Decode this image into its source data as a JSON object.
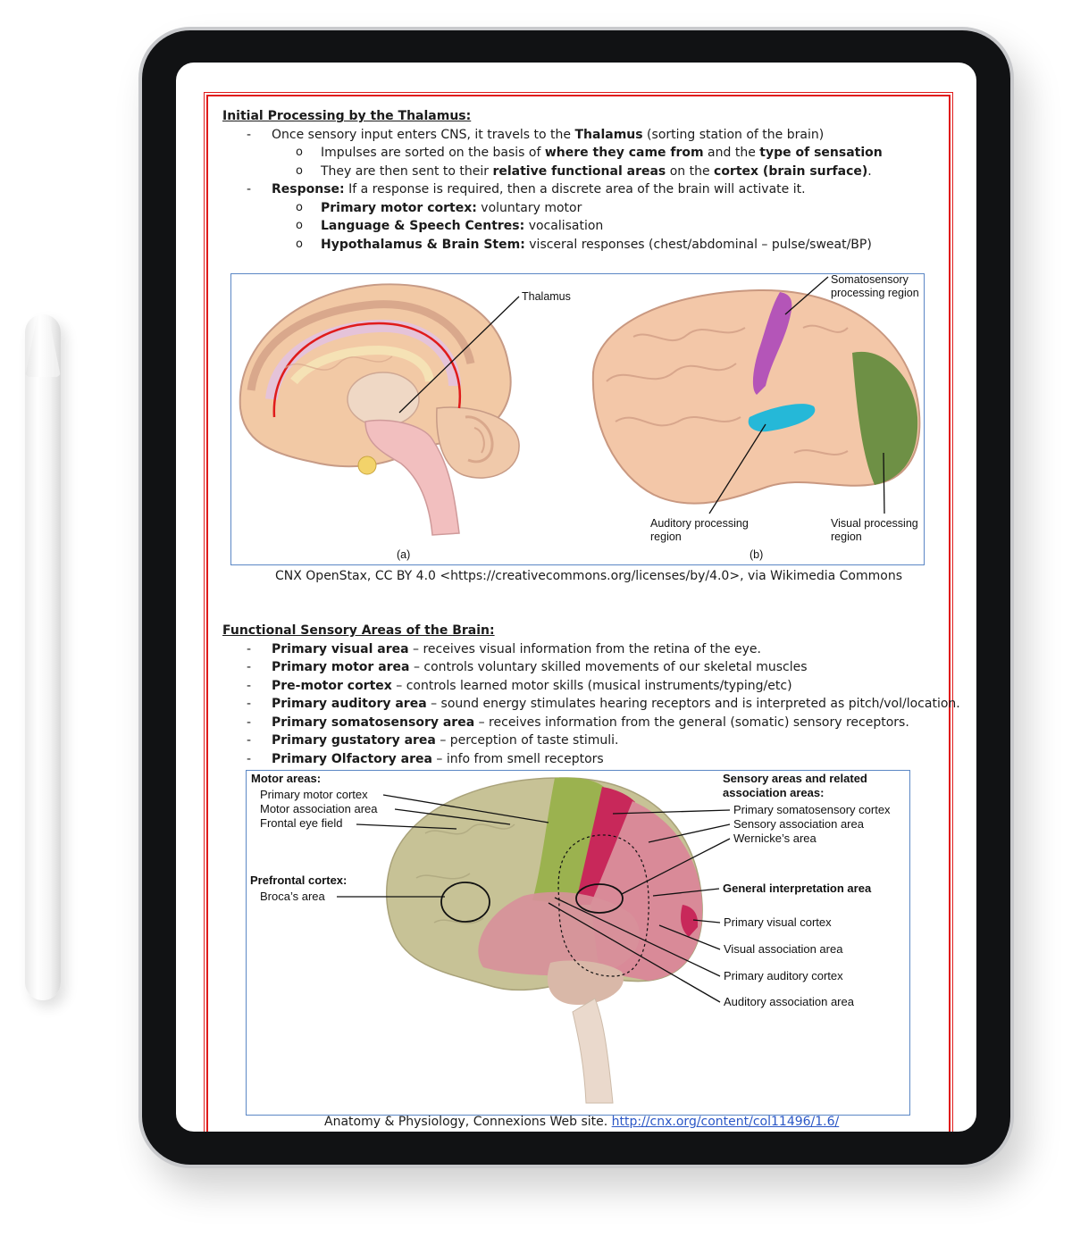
{
  "section1": {
    "heading": "Initial Processing by the Thalamus:",
    "items": [
      {
        "marker": "-",
        "level": 1,
        "parts": [
          {
            "t": "Once sensory input enters CNS, it travels to the "
          },
          {
            "t": "Thalamus",
            "b": true
          },
          {
            "t": " (sorting station of the brain)"
          }
        ]
      },
      {
        "marker": "o",
        "level": 2,
        "parts": [
          {
            "t": "Impulses are sorted on the basis of "
          },
          {
            "t": "where they came from",
            "b": true
          },
          {
            "t": " and the "
          },
          {
            "t": "type of sensation",
            "b": true
          }
        ]
      },
      {
        "marker": "o",
        "level": 2,
        "parts": [
          {
            "t": "They are then sent to their "
          },
          {
            "t": "relative functional areas",
            "b": true
          },
          {
            "t": " on the "
          },
          {
            "t": "cortex (brain surface)",
            "b": true
          },
          {
            "t": "."
          }
        ]
      },
      {
        "marker": "-",
        "level": 1,
        "parts": [
          {
            "t": "Response:",
            "b": true
          },
          {
            "t": " If a response is required, then a discrete area of the brain will activate it."
          }
        ]
      },
      {
        "marker": "o",
        "level": 2,
        "parts": [
          {
            "t": "Primary motor cortex:",
            "b": true
          },
          {
            "t": " voluntary motor"
          }
        ]
      },
      {
        "marker": "o",
        "level": 2,
        "parts": [
          {
            "t": "Language & Speech Centres:",
            "b": true
          },
          {
            "t": " vocalisation"
          }
        ]
      },
      {
        "marker": "o",
        "level": 2,
        "parts": [
          {
            "t": "Hypothalamus & Brain Stem:",
            "b": true
          },
          {
            "t": " visceral responses (chest/abdominal – pulse/sweat/BP)"
          }
        ]
      }
    ]
  },
  "figure1": {
    "label_thalamus": "Thalamus",
    "label_somato_1": "Somatosensory",
    "label_somato_2": "processing region",
    "label_auditory_1": "Auditory processing",
    "label_auditory_2": "region",
    "label_visual_1": "Visual processing",
    "label_visual_2": "region",
    "label_a": "(a)",
    "label_b": "(b)",
    "caption": "CNX OpenStax, CC BY 4.0 <https://creativecommons.org/licenses/by/4.0>, via Wikimedia Commons"
  },
  "section2": {
    "heading": "Functional Sensory Areas of the Brain:",
    "items": [
      {
        "marker": "-",
        "level": 1,
        "parts": [
          {
            "t": "Primary visual area",
            "b": true
          },
          {
            "t": " – receives visual information from the retina of the eye."
          }
        ]
      },
      {
        "marker": "-",
        "level": 1,
        "parts": [
          {
            "t": "Primary motor area",
            "b": true
          },
          {
            "t": " – controls voluntary skilled movements of our skeletal muscles"
          }
        ]
      },
      {
        "marker": "-",
        "level": 1,
        "parts": [
          {
            "t": "Pre-motor cortex",
            "b": true
          },
          {
            "t": " – controls learned motor skills (musical instruments/typing/etc)"
          }
        ]
      },
      {
        "marker": "-",
        "level": 1,
        "parts": [
          {
            "t": "Primary auditory area",
            "b": true
          },
          {
            "t": " – sound energy stimulates hearing receptors and is interpreted as pitch/vol/location."
          }
        ]
      },
      {
        "marker": "-",
        "level": 1,
        "parts": [
          {
            "t": "Primary somatosensory area",
            "b": true
          },
          {
            "t": " – receives information from the general (somatic) sensory receptors."
          }
        ]
      },
      {
        "marker": "-",
        "level": 1,
        "parts": [
          {
            "t": "Primary gustatory area",
            "b": true
          },
          {
            "t": " – perception of taste stimuli."
          }
        ]
      },
      {
        "marker": "-",
        "level": 1,
        "parts": [
          {
            "t": "Primary Olfactory area",
            "b": true
          },
          {
            "t": " – info from smell receptors"
          }
        ]
      }
    ]
  },
  "figure2": {
    "motor_heading": "Motor areas:",
    "primary_motor": "Primary motor cortex",
    "motor_assoc": "Motor association area",
    "frontal_eye": "Frontal eye field",
    "prefrontal_heading": "Prefrontal cortex:",
    "brocas": "Broca’s area",
    "sensory_heading_1": "Sensory areas and related",
    "sensory_heading_2": "association areas:",
    "primary_somato": "Primary somatosensory cortex",
    "sensory_assoc": "Sensory association area",
    "wernicke": "Wernicke’s area",
    "general_interp": "General interpretation area",
    "primary_visual": "Primary visual cortex",
    "visual_assoc": "Visual association area",
    "primary_auditory": "Primary auditory cortex",
    "auditory_assoc": "Auditory association area",
    "caption_text": "Anatomy & Physiology, Connexions Web site. ",
    "caption_link": "http://cnx.org/content/col11496/1.6/"
  },
  "colors": {
    "frame_red": "#e01b1b",
    "figure_border": "#5b87c5",
    "somatosensory_purple": "#b455b8",
    "auditory_cyan": "#25b8d8",
    "visual_green": "#5f8a3a",
    "motor_green": "#9bb24f",
    "somatosensory_magenta": "#c8285a"
  }
}
